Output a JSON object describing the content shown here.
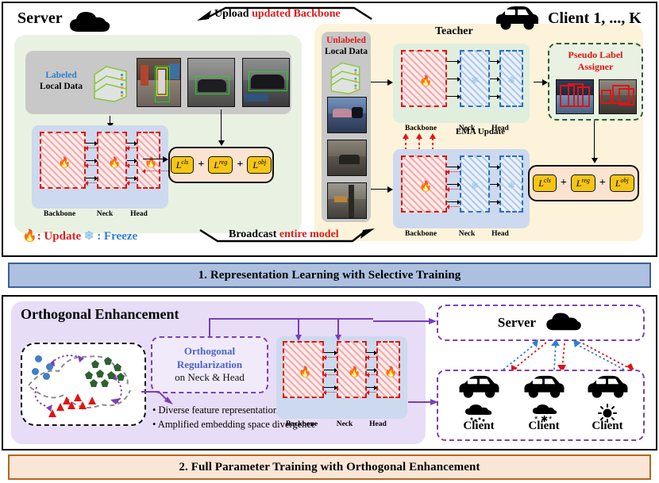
{
  "figure": {
    "banners": [
      {
        "id": "stage-1",
        "label": "1. Representation Learning with Selective Training",
        "bg": "#adc0e0",
        "border": "#3f5f96"
      },
      {
        "id": "stage-2",
        "label": "2. Full Parameter Training with Orthogonal Enhancement",
        "bg": "#fae6d7",
        "border": "#b5651d"
      }
    ]
  },
  "stage1": {
    "server": {
      "title": "Server",
      "cloud_icon": "cloud-icon",
      "data_label_1": "Labeled",
      "data_label_2": "Local Data",
      "data_label_1_color": "#2d7fd3",
      "stack_icon": "server-stack-icon",
      "model_blocks": [
        {
          "name": "Backbone",
          "state": "update",
          "icon": "fire-icon"
        },
        {
          "name": "Neck",
          "state": "update",
          "icon": "fire-icon"
        },
        {
          "name": "Head",
          "state": "update",
          "icon": "fire-icon"
        }
      ],
      "loss": {
        "terms": [
          "L",
          "L",
          "L"
        ],
        "sup": [
          "cls",
          "reg",
          "obj"
        ],
        "plus": "+"
      }
    },
    "arrows": {
      "upload_black": "Upload ",
      "upload_red": "updated Backbone",
      "broadcast_black": "Broadcast ",
      "broadcast_red": "entire model"
    },
    "legend": {
      "fire_icon": "fire-icon",
      "fire_text": ": Update",
      "snow_icon": "snowflake-icon",
      "snow_text": ": Freeze",
      "fire_color": "#e01414",
      "snow_color": "#2f6fc4"
    },
    "client": {
      "title": "Client 1, ..., K",
      "car_icon": "car-icon",
      "data_label_1": "Unlabeled",
      "data_label_2": "Local Data",
      "data_label_1_color": "#e01414",
      "teacher_label": "Teacher",
      "ema_label": "EMA Update",
      "teacher_blocks": [
        {
          "name": "Backbone",
          "state": "update",
          "icon": "fire-icon"
        },
        {
          "name": "Neck",
          "state": "freeze",
          "icon": "snowflake-icon"
        },
        {
          "name": "Head",
          "state": "freeze",
          "icon": "snowflake-icon"
        }
      ],
      "student_blocks": [
        {
          "name": "Backbone",
          "state": "update",
          "icon": "fire-icon"
        },
        {
          "name": "Neck",
          "state": "freeze",
          "icon": "snowflake-icon"
        },
        {
          "name": "Head",
          "state": "freeze",
          "icon": "snowflake-icon"
        }
      ],
      "pseudo_label": {
        "line1": "Pseudo Label",
        "line2": "Assigner",
        "color": "#e01414"
      },
      "loss": {
        "terms": [
          "L",
          "L",
          "L"
        ],
        "sup": [
          "cls",
          "reg",
          "obj"
        ],
        "plus": "+"
      }
    }
  },
  "stage2": {
    "title": "Orthogonal Enhancement",
    "regularization": {
      "line1": "Orthogonal",
      "line2": "Regularization",
      "line3": "on Neck & Head",
      "accent": "#4a63c8"
    },
    "bullets": [
      "• Diverse feature representation",
      "• Amplified embedding space divergence"
    ],
    "model_blocks": [
      {
        "name": "Backbone",
        "state": "update",
        "icon": "fire-icon"
      },
      {
        "name": "Neck",
        "state": "update",
        "icon": "fire-icon"
      },
      {
        "name": "Head",
        "state": "update",
        "icon": "fire-icon"
      }
    ],
    "server_node": {
      "label": "Server",
      "cloud_icon": "cloud-icon"
    },
    "clients": [
      {
        "label": "Client",
        "weather": "rain-cloud-icon",
        "car_icon": "car-icon"
      },
      {
        "label": "Client",
        "weather": "snow-cloud-icon",
        "car_icon": "car-icon"
      },
      {
        "label": "Client",
        "weather": "sun-icon",
        "car_icon": "car-icon"
      }
    ],
    "feature_space": {
      "clusters": [
        {
          "name": "blue-circles",
          "shape": "circle",
          "color": "#3f7fc8",
          "count": 4
        },
        {
          "name": "green-pentagons",
          "shape": "pentagon",
          "color": "#2f6030",
          "count": 9
        },
        {
          "name": "red-triangles",
          "shape": "triangle",
          "color": "#e01414",
          "count": 7
        }
      ]
    },
    "accent": "#7b3fb5"
  }
}
